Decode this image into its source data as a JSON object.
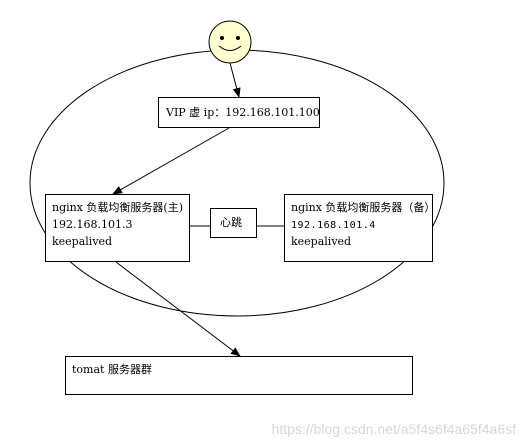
{
  "vip_box": {
    "label": "VIP 虚 ip：192.168.101.100"
  },
  "master": {
    "title": "nginx 负载均衡服务器(主)",
    "ip": "192.168.101.3",
    "software": "keepalived"
  },
  "heartbeat": {
    "label": "心跳"
  },
  "backup": {
    "title": "nginx 负载均衡服务器（备）",
    "ip": "192.168.101.4",
    "software": "keepalived"
  },
  "tomcat": {
    "label": "tomat 服务器群"
  },
  "watermark": {
    "text": "https://blog.csdn.net/a5f4s6f4a65f4a6sf"
  }
}
